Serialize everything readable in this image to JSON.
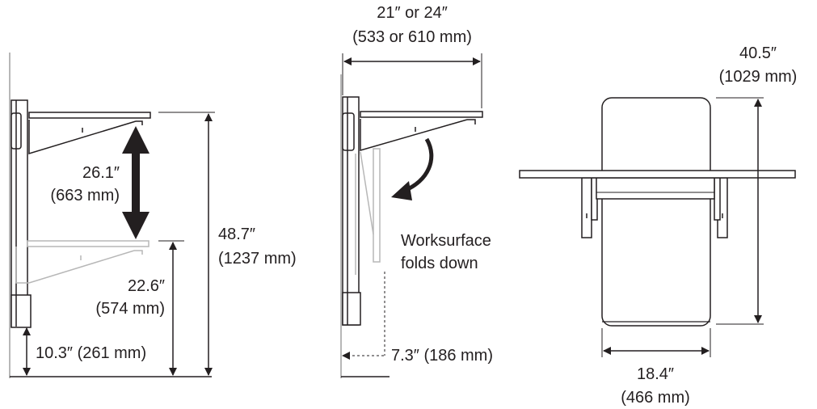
{
  "views": {
    "side_height": {
      "height_range_line1": "26.1″",
      "height_range_line2": "(663 mm)",
      "total_height_line1": "48.7″",
      "total_height_line2": "(1237 mm)",
      "low_height_line1": "22.6″",
      "low_height_line2": "(574 mm)",
      "base_height": "10.3″ (261 mm)"
    },
    "side_fold": {
      "depth_line1": "21″ or 24″",
      "depth_line2": "(533 or 610 mm)",
      "fold_label_line1": "Worksurface",
      "fold_label_line2": "folds down",
      "folded_depth": "7.3″ (186 mm)"
    },
    "front": {
      "height_line1": "40.5″",
      "height_line2": "(1029 mm)",
      "width_line1": "18.4″",
      "width_line2": "(466 mm)"
    }
  },
  "colors": {
    "line": "#231f20",
    "ghost": "#b7b7b7"
  }
}
